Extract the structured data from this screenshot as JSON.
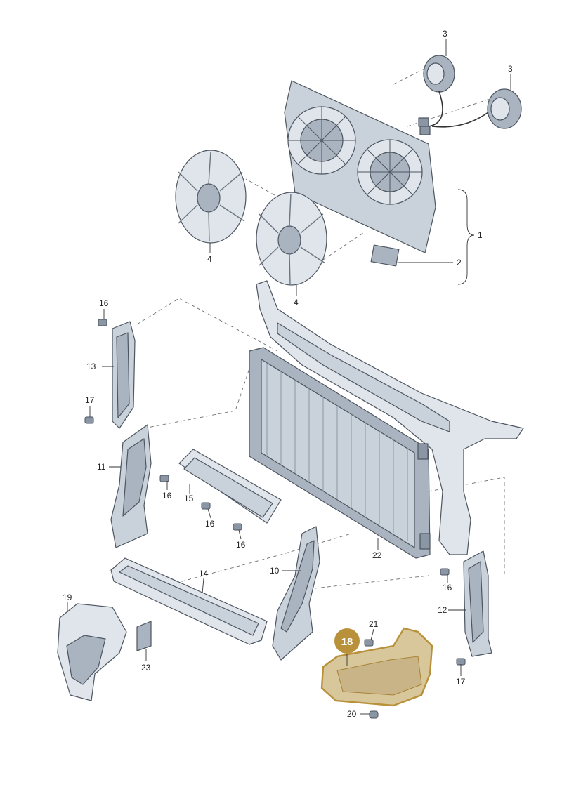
{
  "callouts": {
    "c1": "1",
    "c2": "2",
    "c3a": "3",
    "c3b": "3",
    "c4a": "4",
    "c4b": "4",
    "c10": "10",
    "c11": "11",
    "c12": "12",
    "c13": "13",
    "c14": "14",
    "c15": "15",
    "c16a": "16",
    "c16b": "16",
    "c16c": "16",
    "c16d": "16",
    "c16e": "16",
    "c17a": "17",
    "c17b": "17",
    "c19": "19",
    "c20": "20",
    "c21": "21",
    "c22": "22",
    "c23": "23"
  },
  "highlight": {
    "number": "18",
    "color": "#b8913a",
    "part_fill": "#d8c79b"
  },
  "colors": {
    "part_base": "#c9d1da",
    "part_shadow": "#8a96a3",
    "outline": "#4d5560"
  }
}
